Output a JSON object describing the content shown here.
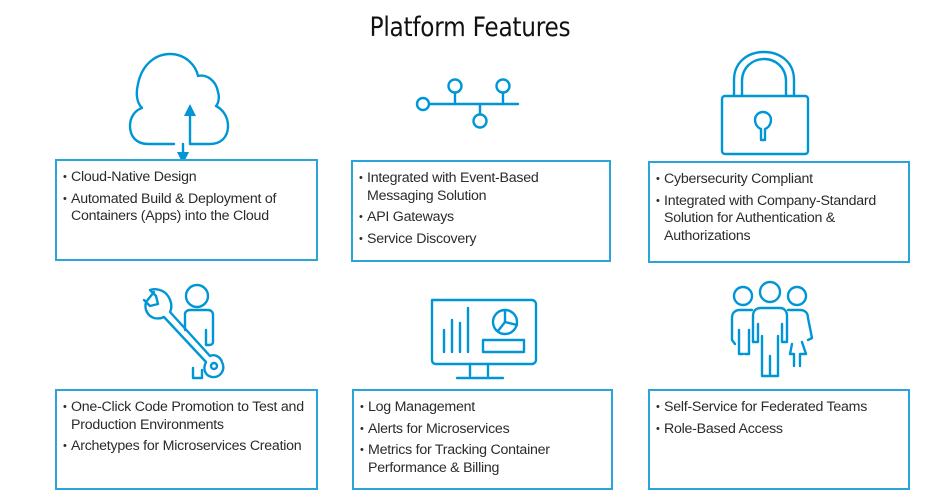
{
  "title": "Platform Features",
  "features": [
    {
      "icon": "cloud-upload-download-icon",
      "bullets": [
        "Cloud-Native Design",
        "Automated Build & Deployment of Containers (Apps) into the Cloud"
      ]
    },
    {
      "icon": "network-nodes-icon",
      "bullets": [
        "Integrated with Event-Based Messaging Solution",
        "API Gateways",
        "Service Discovery"
      ]
    },
    {
      "icon": "padlock-icon",
      "bullets": [
        "Cybersecurity Compliant",
        "Integrated with Company-Standard Solution for Authentication & Authorizations"
      ]
    },
    {
      "icon": "wrench-person-icon",
      "bullets": [
        "One-Click Code Promotion to Test and Production Environments",
        "Archetypes for Microservices Creation"
      ]
    },
    {
      "icon": "monitor-dashboard-icon",
      "bullets": [
        "Log Management",
        "Alerts for Microservices",
        "Metrics for Tracking Container Performance & Billing"
      ]
    },
    {
      "icon": "team-people-icon",
      "bullets": [
        "Self-Service for Federated Teams",
        "Role-Based Access"
      ]
    }
  ],
  "colors": {
    "accent": "#0096d6",
    "box_border": "#2aa5dc",
    "text": "#2b2b2b"
  }
}
